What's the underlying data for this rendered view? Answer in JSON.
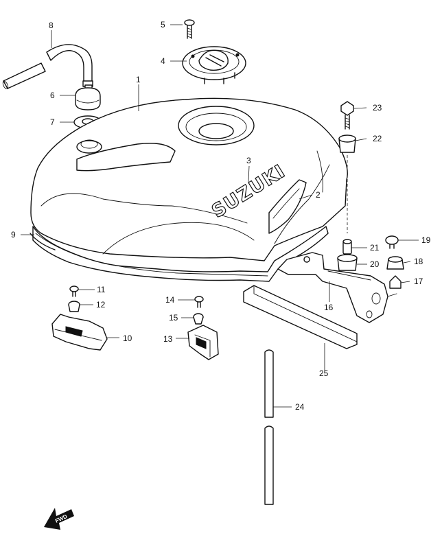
{
  "diagram": {
    "tank_logo": "SUZUKI",
    "fwd_label": "FWD",
    "callouts": [
      "1",
      "2",
      "3",
      "4",
      "5",
      "6",
      "7",
      "8",
      "9",
      "10",
      "11",
      "12",
      "13",
      "14",
      "15",
      "16",
      "17",
      "18",
      "19",
      "20",
      "21",
      "22",
      "23",
      "24",
      "25"
    ]
  }
}
